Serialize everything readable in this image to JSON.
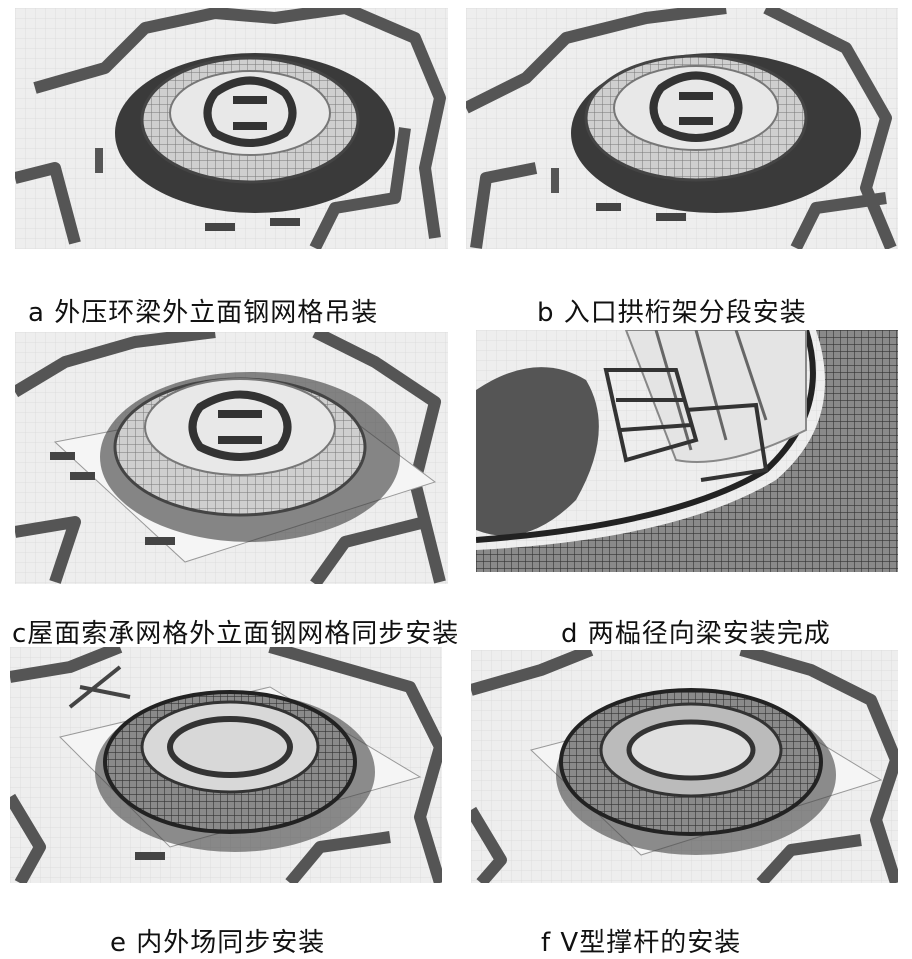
{
  "figure": {
    "panels": [
      {
        "id": "a",
        "caption": "a 外压环梁外立面钢网格吊装"
      },
      {
        "id": "b",
        "caption": "b 入口拱桁架分段安装"
      },
      {
        "id": "c",
        "caption": "c屋面索承网格外立面钢网格同步安装"
      },
      {
        "id": "d",
        "caption": "d 两榀径向梁安装完成"
      },
      {
        "id": "e",
        "caption": "e 内外场同步安装"
      },
      {
        "id": "f",
        "caption": "f V型撑杆的安装"
      }
    ]
  }
}
